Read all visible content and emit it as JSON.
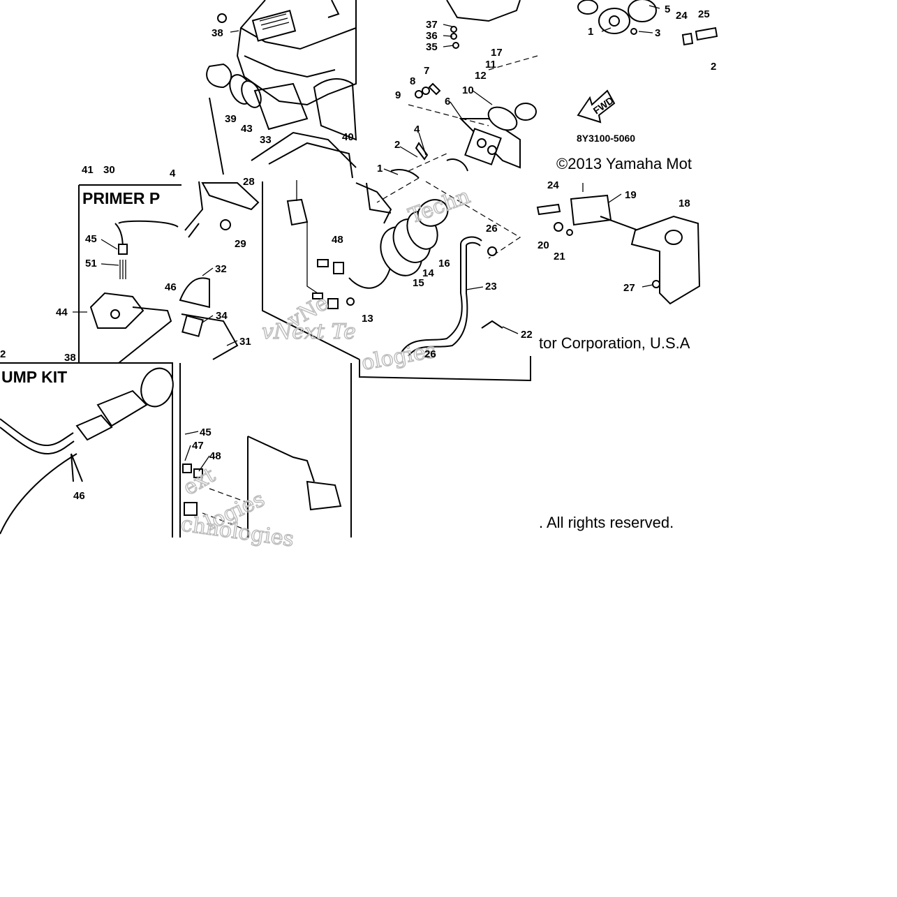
{
  "titles": {
    "primer_left": "PRIMER P",
    "primer_right": "UMP KIT"
  },
  "copyright": {
    "line1": "©2013 Yamaha Mot",
    "line2": "tor Corporation, U.S.A",
    "line3": ". All rights reserved."
  },
  "diagram_code": "8Y3100-5060",
  "fwd_label": "FWD",
  "watermarks": [
    "Techn",
    "vNext Te",
    "chnologies",
    "ologies",
    "ext",
    "logies",
    "vNe"
  ],
  "callouts": [
    "38",
    "39",
    "43",
    "33",
    "40",
    "41",
    "30",
    "4",
    "28",
    "29",
    "45",
    "51",
    "48",
    "44",
    "32",
    "46",
    "34",
    "31",
    "2",
    "38",
    "37",
    "36",
    "35",
    "7",
    "8",
    "9",
    "6",
    "10",
    "11",
    "12",
    "17",
    "4",
    "2",
    "1",
    "5",
    "24",
    "25",
    "1",
    "3",
    "2",
    "24",
    "19",
    "18",
    "20",
    "21",
    "27",
    "26",
    "14",
    "16",
    "15",
    "23",
    "13",
    "22",
    "26",
    "45",
    "47",
    "48",
    "46"
  ]
}
